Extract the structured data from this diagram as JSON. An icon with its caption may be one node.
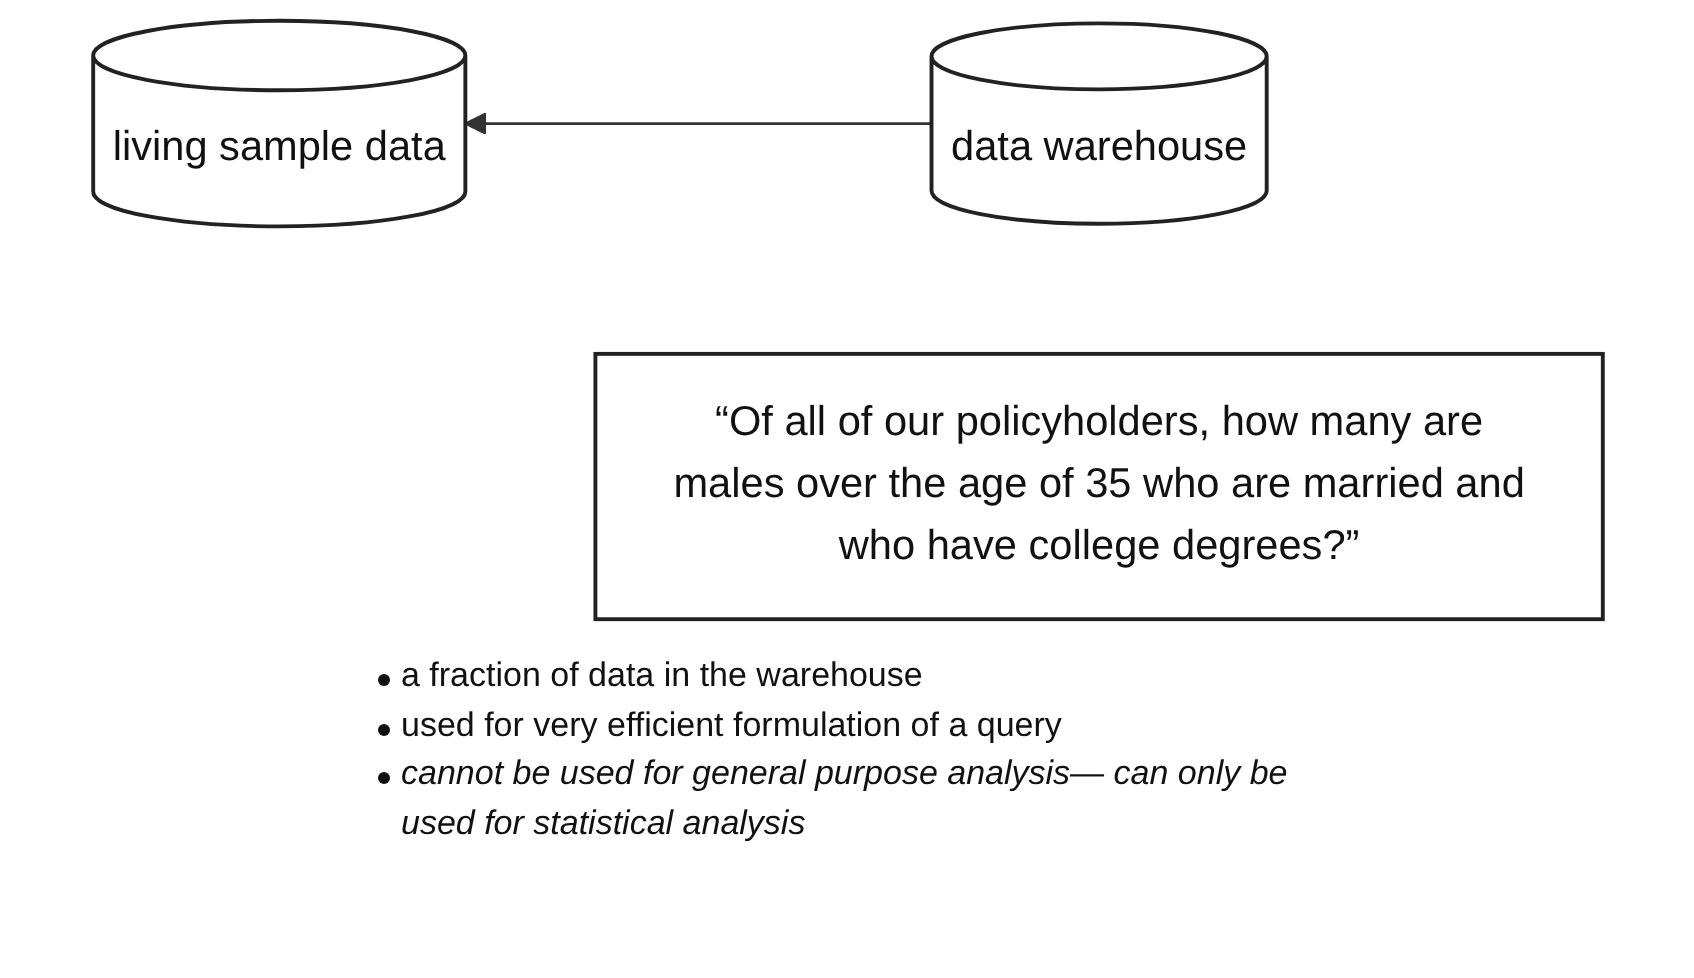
{
  "diagram": {
    "nodes": [
      {
        "text": [
          "data warehouse"
        ]
      },
      {
        "text": [
          "living sample data"
        ]
      },
      {
        "text": [
          "“Of all of our policyholders, how many are males over the age of 35 who are married and who have college degrees?”"
        ]
      }
    ],
    "edges": [
      {
        "from": 0,
        "to": 1,
        "arrow": "to"
      }
    ],
    "labels": [
      "a fraction of data in the warehouse",
      "used for very efficient formulation of a query",
      "cannot be used for general purpose analysis— can only be used for statistical analysis"
    ]
  }
}
